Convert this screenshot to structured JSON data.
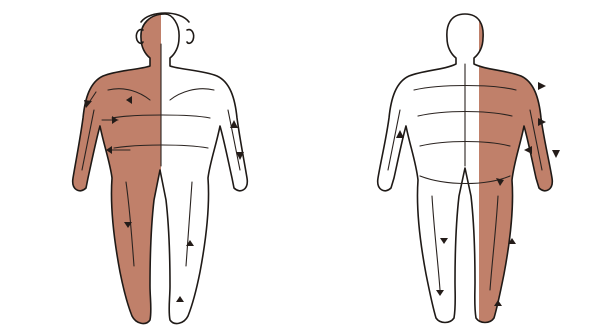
{
  "figure": {
    "shade_color": "#c0806a",
    "line_color": "#1f1a17",
    "background": "#ffffff"
  },
  "figures": [
    {
      "view": "front",
      "shaded_side": "left",
      "icon": "human-body-front-icon"
    },
    {
      "view": "back",
      "shaded_side": "right",
      "icon": "human-body-back-icon"
    }
  ]
}
